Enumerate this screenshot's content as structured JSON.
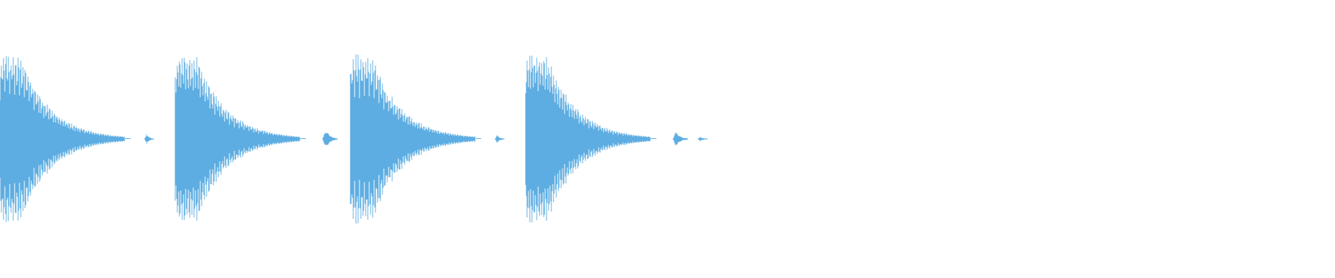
{
  "waveform": {
    "color": "#5dade2",
    "background": "#ffffff",
    "events": [
      {
        "kind": "hit",
        "seconds_start": 0.0,
        "level": 1.0
      },
      {
        "kind": "blip",
        "seconds_start": 2.6,
        "level": 0.06
      },
      {
        "kind": "hit",
        "seconds_start": 3.15,
        "level": 1.0
      },
      {
        "kind": "blip",
        "seconds_start": 5.8,
        "level": 0.12
      },
      {
        "kind": "hit",
        "seconds_start": 6.3,
        "level": 1.0
      },
      {
        "kind": "blip",
        "seconds_start": 8.9,
        "level": 0.05
      },
      {
        "kind": "hit",
        "seconds_start": 9.45,
        "level": 1.0
      },
      {
        "kind": "blip",
        "seconds_start": 12.1,
        "level": 0.1
      },
      {
        "kind": "blip",
        "seconds_start": 12.55,
        "level": 0.03
      }
    ],
    "total_seconds": 24.0
  }
}
